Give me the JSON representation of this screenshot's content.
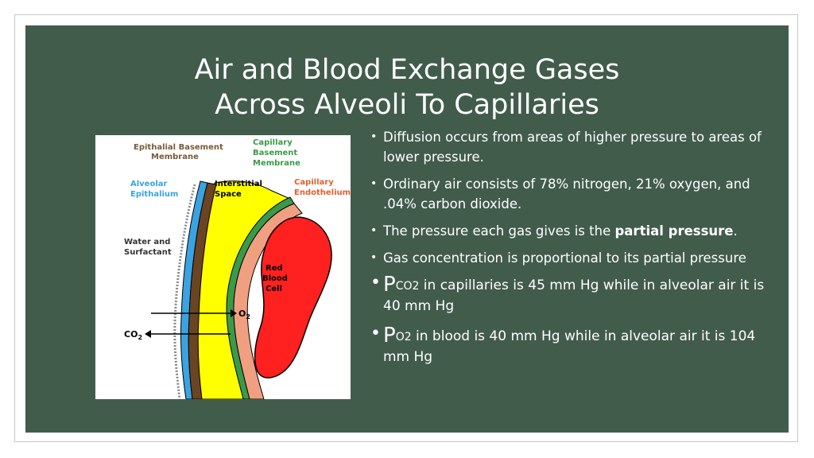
{
  "slide": {
    "title_line1": "Air and Blood Exchange Gases",
    "title_line2": "Across Alveoli To Capillaries"
  },
  "diagram": {
    "labels": {
      "epithelial_basement_1": "Epithalial Basement",
      "epithelial_basement_2": "Membrane",
      "capillary_basement_1": "Capillary",
      "capillary_basement_2": "Basement",
      "capillary_basement_3": "Membrane",
      "alveolar_1": "Alveolar",
      "alveolar_2": "Epithalium",
      "interstitial_1": "Interstitial",
      "interstitial_2": "Space",
      "capillary_endo_1": "Capillary",
      "capillary_endo_2": "Endothelium",
      "water_1": "Water and",
      "water_2": "Surfactant",
      "rbc_1": "Red",
      "rbc_2": "Blood",
      "rbc_3": "Cell",
      "o2": "O",
      "o2_sub": "2",
      "co2": "CO",
      "co2_sub": "2"
    },
    "colors": {
      "alveolar": "#3aa3e0",
      "basement": "#6b4423",
      "interstitial": "#ffff00",
      "capillary_basement": "#3a9a4a",
      "endothelium": "#f0a080",
      "rbc": "#ff2020",
      "label_brown": "#7a5a3a",
      "label_green": "#3a9a4a",
      "label_blue": "#3aa3e0",
      "label_orange": "#e06030"
    }
  },
  "bullets": [
    {
      "text": "Diffusion occurs from areas of higher pressure to areas of lower pressure."
    },
    {
      "text": "Ordinary air consists of 78% nitrogen, 21% oxygen, and .04% carbon dioxide."
    },
    {
      "pre": "The pressure each gas gives is the ",
      "bold": "partial pressure",
      "post": "."
    },
    {
      "text": "Gas concentration is proportional to its partial pressure"
    },
    {
      "cap": "P",
      "sub": "CO2",
      "rest": " in capillaries is 45 mm Hg while in alveolar air it is 40 mm Hg"
    },
    {
      "cap": "P",
      "sub": "O2",
      "rest": " in blood is 40 mm Hg while in alveolar air it is 104 mm Hg"
    }
  ],
  "bullet_char": "•"
}
